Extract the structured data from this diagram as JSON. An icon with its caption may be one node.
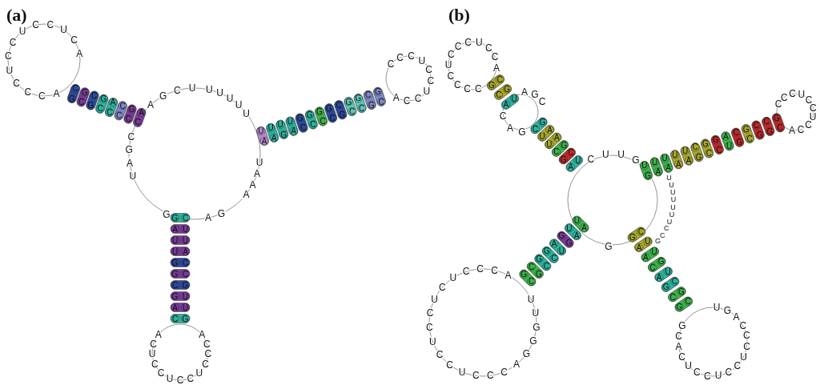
{
  "diagram": {
    "nodes": [
      {
        "text": [
          "C",
          "G"
        ]
      },
      {
        "text": [
          "G",
          "C"
        ]
      },
      {
        "text": [
          "C",
          "G"
        ]
      },
      {
        "text": [
          "G",
          "C"
        ]
      },
      {
        "text": [
          "A",
          "C"
        ]
      },
      {
        "text": [
          "C",
          "C"
        ]
      },
      {
        "text": [
          "G",
          "C"
        ]
      },
      {
        "text": [
          "A",
          "C"
        ]
      },
      {
        "text": [
          "U",
          "A"
        ]
      },
      {
        "text": [
          "U",
          "A"
        ]
      },
      {
        "text": [
          "U",
          "G"
        ]
      },
      {
        "text": [
          "U",
          "A"
        ]
      },
      {
        "text": [
          "G",
          "C"
        ]
      },
      {
        "text": [
          "G",
          "C"
        ]
      },
      {
        "text": [
          "G",
          "C"
        ]
      },
      {
        "text": [
          "G",
          "C"
        ]
      },
      {
        "text": [
          "C",
          "G"
        ]
      },
      {
        "text": [
          "G",
          "C"
        ]
      },
      {
        "text": [
          "G",
          "C"
        ]
      },
      {
        "text": [
          "C",
          "G"
        ]
      },
      {
        "text": [
          "G",
          "C"
        ]
      },
      {
        "text": [
          "G",
          "C"
        ]
      },
      {
        "text": [
          "A",
          "U"
        ]
      },
      {
        "text": [
          "U",
          "U"
        ]
      },
      {
        "text": [
          "U",
          "A"
        ]
      },
      {
        "text": [
          "G",
          "C"
        ]
      },
      {
        "text": [
          "G",
          "C"
        ]
      },
      {
        "text": [
          "C",
          "G"
        ]
      },
      {
        "text": [
          "G",
          "U"
        ]
      },
      {
        "text": [
          "A",
          "U"
        ]
      },
      {
        "text": [
          "C",
          "G"
        ]
      },
      {
        "text": [
          "C",
          "G"
        ]
      },
      {
        "text": [
          "G",
          "C"
        ]
      },
      {
        "text": [
          "U",
          "A"
        ]
      },
      {
        "text": [
          "G",
          "C"
        ]
      },
      {
        "text": [
          "A",
          "U"
        ]
      },
      {
        "text": [
          "A",
          "U"
        ]
      },
      {
        "text": [
          "G",
          "C"
        ]
      },
      {
        "text": [
          "C",
          "G"
        ]
      },
      {
        "text": [
          "U",
          "A"
        ]
      },
      {
        "text": [
          "U",
          "G"
        ]
      },
      {
        "text": [
          "U",
          "A"
        ]
      },
      {
        "text": [
          "U",
          "A"
        ]
      },
      {
        "text": [
          "U",
          "A"
        ]
      },
      {
        "text": [
          "U",
          "A"
        ]
      },
      {
        "text": [
          "C",
          "G"
        ]
      },
      {
        "text": [
          "G",
          "C"
        ]
      },
      {
        "text": [
          "G",
          "C"
        ]
      },
      {
        "text": [
          "A",
          "U"
        ]
      },
      {
        "text": [
          "C",
          "G"
        ]
      },
      {
        "text": [
          "G",
          "C"
        ]
      },
      {
        "text": [
          "C",
          "G"
        ]
      },
      {
        "text": [
          "C",
          "G"
        ]
      },
      {
        "text": [
          "G",
          "C"
        ]
      },
      {
        "text": [
          "G",
          "C"
        ]
      },
      {
        "text": [
          "A",
          "U"
        ]
      },
      {
        "text": [
          "A",
          "U"
        ]
      },
      {
        "text": [
          "C",
          "G"
        ]
      },
      {
        "text": [
          "A",
          "U"
        ]
      },
      {
        "text": [
          "G",
          "C"
        ]
      },
      {
        "text": [
          "C",
          "G"
        ]
      },
      {
        "text": [
          "G",
          "C"
        ]
      },
      {
        "text": [
          "U",
          "A"
        ]
      },
      {
        "text": [
          "U",
          "A"
        ]
      },
      {
        "text": [
          "G",
          "G"
        ]
      },
      {
        "text": [
          "A",
          "U"
        ]
      },
      {
        "text": [
          "G",
          "C"
        ]
      },
      {
        "text": [
          "G",
          "C"
        ]
      },
      {
        "text": [
          "C",
          "G"
        ]
      },
      {
        "text": [
          "G",
          "C"
        ]
      }
    ],
    "labels": [
      "(a)",
      "ACCCUCCUCCUCA",
      "AGCU",
      "UUUUU",
      "CCCUCCUCCA",
      "UAAA",
      "AG",
      "ACUCCUCCUCCCA",
      "G",
      "CGAU",
      "(b)",
      "ACCUCCCUCCCC",
      "AGC",
      "CAG",
      "CUUG",
      "UUUUUUUCCG",
      "CCCUCCUCCA",
      "UGACCCUCCUCCUCACG",
      "G",
      "ACCCUCUCCUCCUCCCAGGGUU"
    ]
  }
}
